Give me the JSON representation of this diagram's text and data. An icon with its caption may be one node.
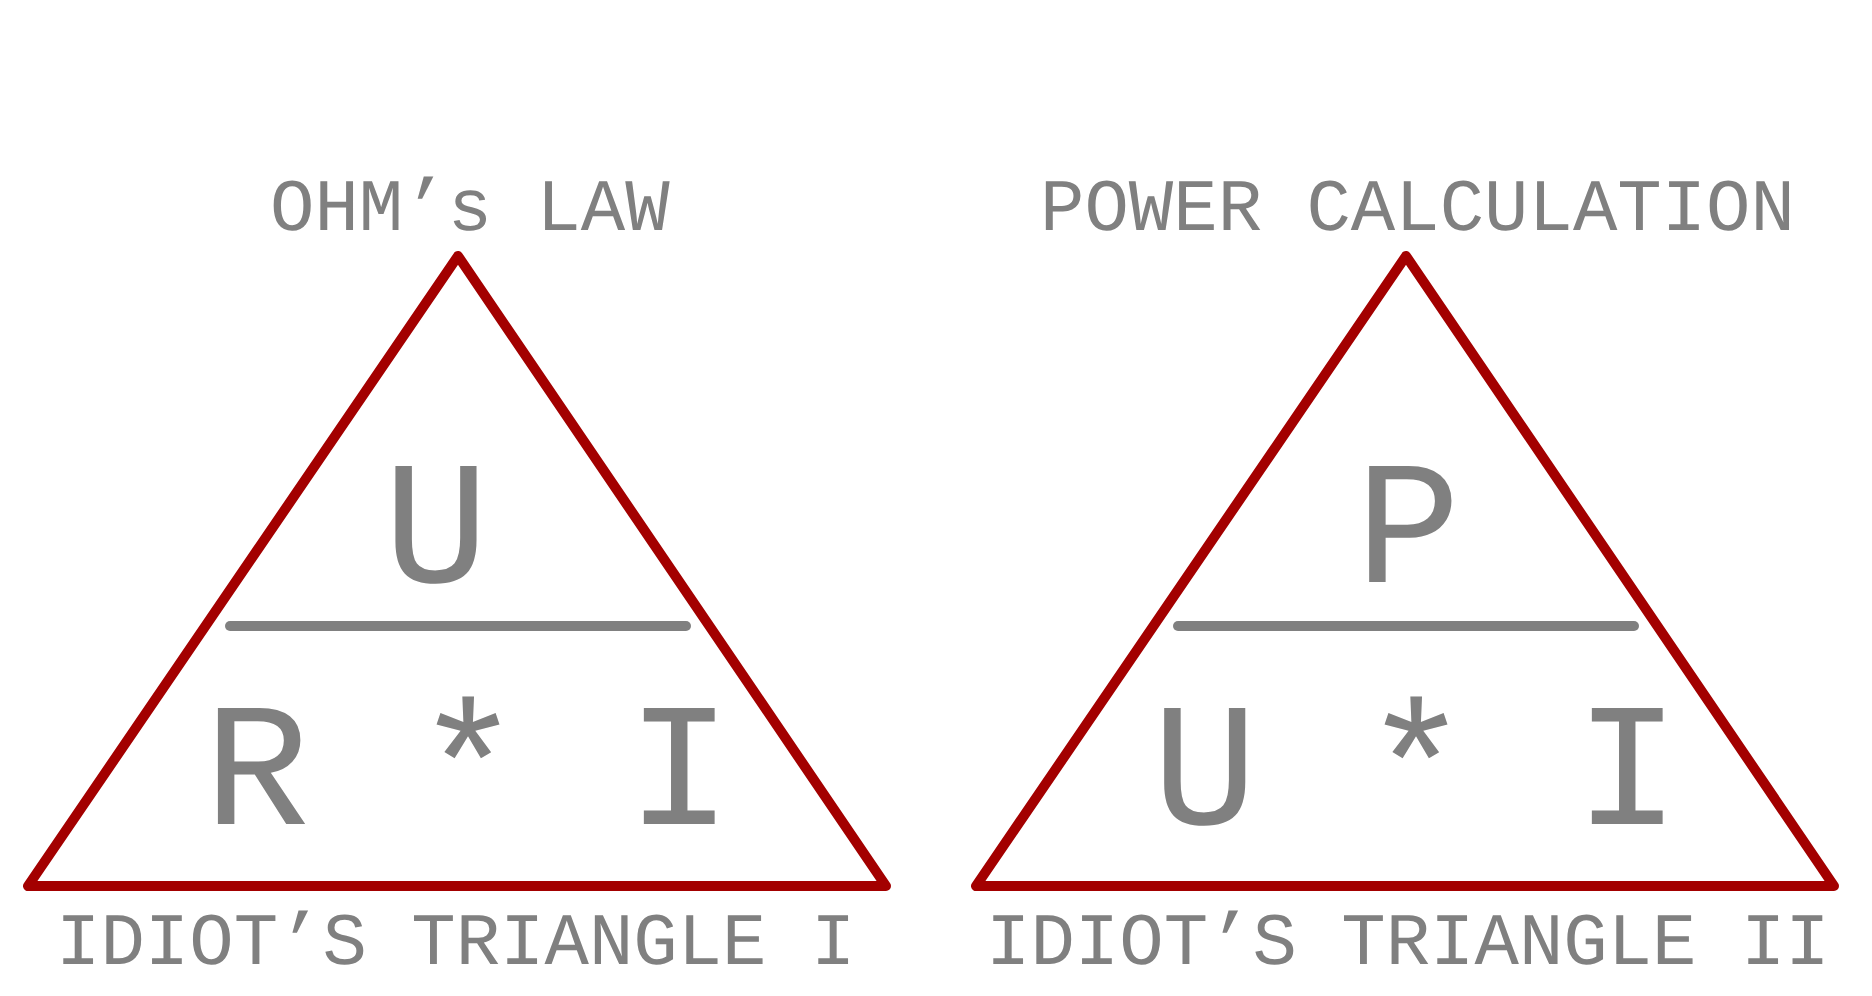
{
  "diagram": {
    "nodes": [
      {
        "text": [
          "OHM’s LAW",
          "U",
          "R * I"
        ],
        "beside": [
          "IDIOT’S TRIANGLE I"
        ]
      },
      {
        "text": [
          "POWER CALCULATION",
          "P",
          "U * I"
        ],
        "beside": [
          "IDIOT’S TRIANGLE II"
        ]
      }
    ]
  }
}
